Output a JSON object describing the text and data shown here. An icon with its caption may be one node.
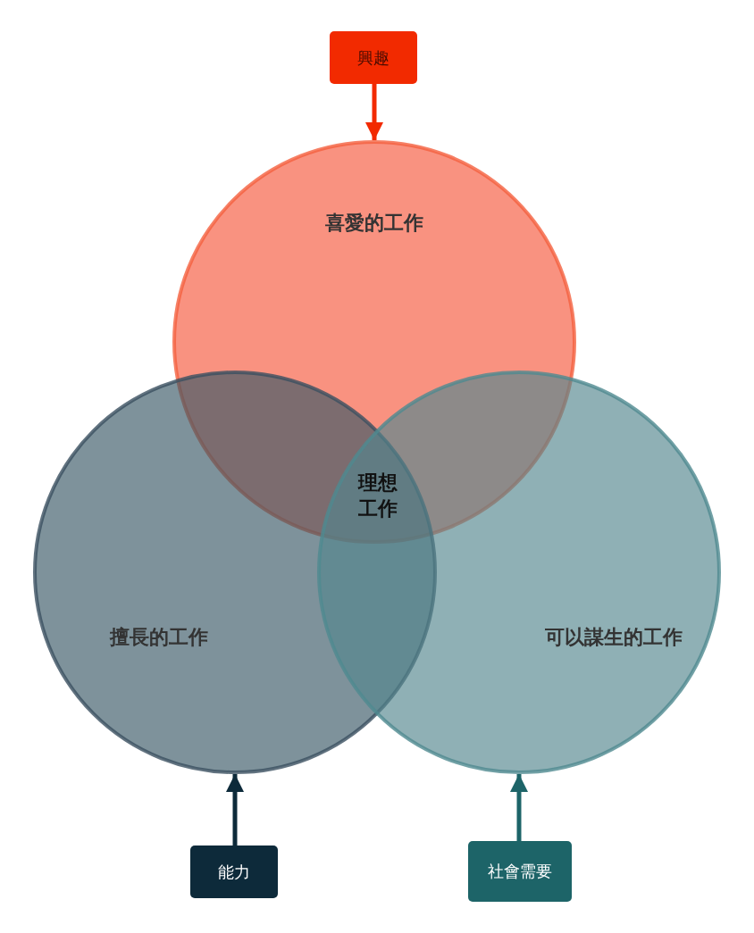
{
  "diagram": {
    "nodes": [
      {
        "text": [
          "興趣"
        ]
      },
      {
        "text": [
          "喜愛的工作"
        ]
      },
      {
        "text": [
          "擅長的工作"
        ]
      },
      {
        "text": [
          "可以謀生的工作"
        ]
      },
      {
        "text": [
          "能力"
        ]
      },
      {
        "text": [
          "社會需要"
        ]
      }
    ],
    "edges": [
      {
        "from": 0,
        "to": 1,
        "arrow": "to",
        "color": "#f22a00"
      },
      {
        "from": 4,
        "to": 2,
        "arrow": "to",
        "color": "#0d2a3a"
      },
      {
        "from": 5,
        "to": 3,
        "arrow": "to",
        "color": "#1d6468"
      }
    ],
    "labels": [
      "理想工作"
    ]
  }
}
